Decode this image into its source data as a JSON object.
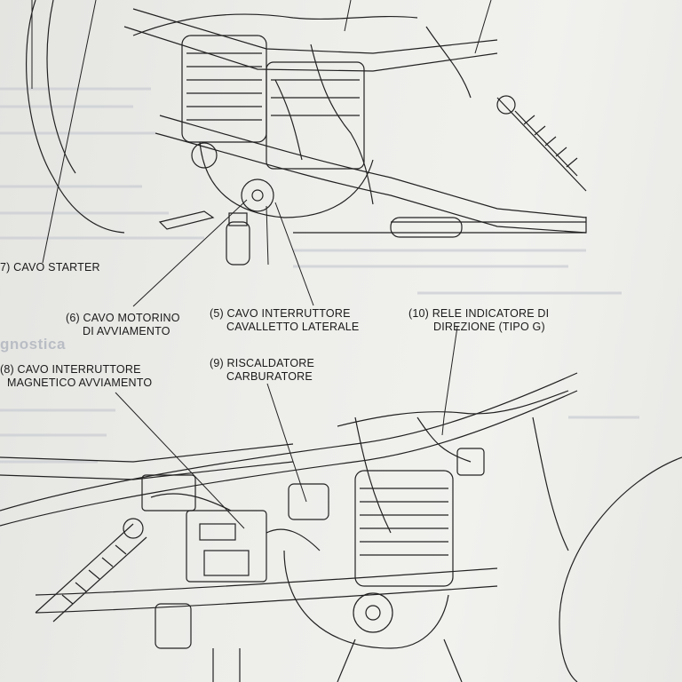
{
  "labels": {
    "cavo_starter": {
      "line1": "7) CAVO STARTER"
    },
    "cavo_motorino": {
      "line1": "(6) CAVO MOTORINO",
      "line2": "DI AVVIAMENTO"
    },
    "cavo_interruttore_cavalletto": {
      "line1": "(5) CAVO INTERRUTTORE",
      "line2": "CAVALLETTO LATERALE"
    },
    "rele_indicatore": {
      "line1": "(10) RELE INDICATORE DI",
      "line2": "DIREZIONE (TIPO G)"
    },
    "cavo_interruttore_magnetico": {
      "line1": "(8) CAVO INTERRUTTORE",
      "line2": "MAGNETICO AVVIAMENTO"
    },
    "riscaldatore": {
      "line1": "(9) RISCALDATORE",
      "line2": "CARBURATORE"
    }
  },
  "bleed_through": {
    "heading": "gnostica"
  },
  "colors": {
    "paper": "#ededea",
    "ink": "#1a1a1a",
    "bleed": "#b9bdc4"
  }
}
